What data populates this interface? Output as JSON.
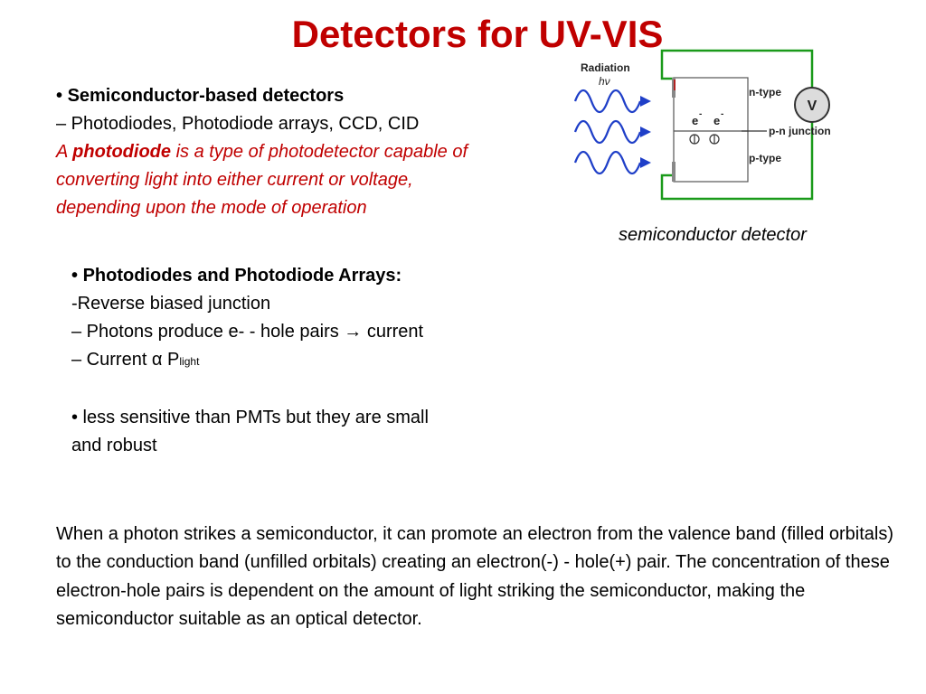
{
  "slide": {
    "title": "Detectors for UV-VIS",
    "semi_block": {
      "heading_bullet": "• ",
      "heading": "Semiconductor-based detectors",
      "subline": "– Photodiodes, Photodiode arrays, CCD, CID",
      "def_a": "A ",
      "def_word": "photodiode",
      "def_rest": " is a type of photodetector capable of",
      "def_line2": "converting light into either current or voltage,",
      "def_line3": "depending upon the mode of operation"
    },
    "photo_block": {
      "heading_bullet": "• ",
      "heading": "Photodiodes and Photodiode Arrays:",
      "line1": "-Reverse biased junction",
      "line2": "– Photons produce e- - hole pairs → current",
      "line3_main": "– Current α P",
      "line3_sub": "light",
      "line4": "• less sensitive than  PMTs but they are small",
      "line5": "and robust"
    },
    "paragraph": "When a photon strikes a semiconductor, it can promote an electron from the valence band (filled orbitals) to the conduction band (unfilled orbitals) creating an electron(-) - hole(+) pair. The concentration of these electron-hole pairs is dependent on the amount of light striking the semiconductor, making the semiconductor suitable as an optical detector.",
    "caption": "semiconductor detector"
  },
  "diagram": {
    "radiation": "Radiation",
    "hv": "hν",
    "n_type": "n-type",
    "p_type": "p-type",
    "pn_junction": "p-n junction",
    "voltmeter": "V",
    "electron_1": "e",
    "electron_2": "e",
    "electron_sign": "-",
    "colors": {
      "wire": "#1a9a1a",
      "wave": "#1f3fc8",
      "title": "#c00000"
    }
  }
}
